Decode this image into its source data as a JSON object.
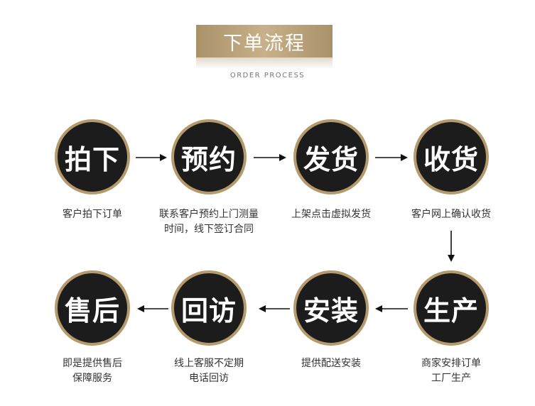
{
  "header": {
    "title": "下单流程",
    "subtitle": "ORDER PROCESS"
  },
  "steps": [
    {
      "label": "拍下",
      "desc_line1": "客户拍下订单",
      "desc_line2": ""
    },
    {
      "label": "预约",
      "desc_line1": "联系客户预约上门测量",
      "desc_line2": "时间，线下签订合同"
    },
    {
      "label": "发货",
      "desc_line1": "上架点击虚拟发货",
      "desc_line2": ""
    },
    {
      "label": "收货",
      "desc_line1": "客户网上确认收货",
      "desc_line2": ""
    },
    {
      "label": "生产",
      "desc_line1": "商家安排订单",
      "desc_line2": "工厂生产"
    },
    {
      "label": "安装",
      "desc_line1": "提供配送安装",
      "desc_line2": ""
    },
    {
      "label": "回访",
      "desc_line1": "线上客服不定期",
      "desc_line2": "电话回访"
    },
    {
      "label": "售后",
      "desc_line1": "即是提供售后",
      "desc_line2": "保障服务"
    }
  ],
  "colors": {
    "accent_gold": "#b49a6c",
    "circle_fill": "#1c1c1c",
    "arrow": "#111111"
  },
  "icons": [
    "arrow-right-icon",
    "arrow-down-icon",
    "arrow-left-icon"
  ]
}
